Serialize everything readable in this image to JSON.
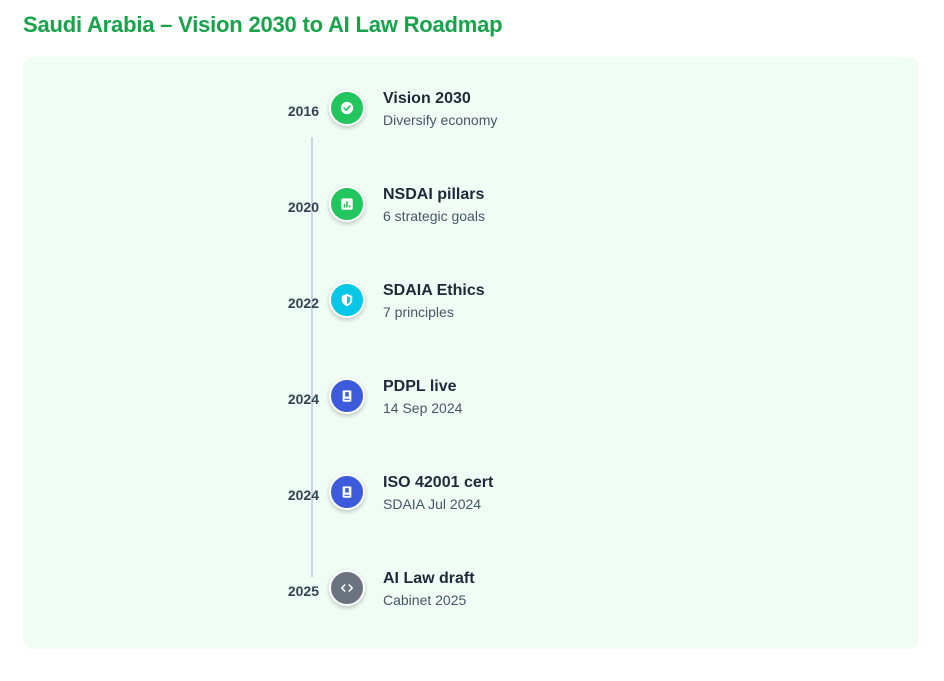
{
  "page": {
    "title": "Saudi Arabia – Vision 2030 to AI Law Roadmap"
  },
  "colors": {
    "title": "#16a34a",
    "panel_bg": "#f0fdf4",
    "line": "#cbd5e1"
  },
  "milestones": [
    {
      "year": "2016",
      "title": "Vision 2030",
      "subtitle": "Diversify economy",
      "icon": "check-circle-icon",
      "color": "#22c55e"
    },
    {
      "year": "2020",
      "title": "NSDAI pillars",
      "subtitle": "6 strategic goals",
      "icon": "bar-chart-icon",
      "color": "#22c55e"
    },
    {
      "year": "2022",
      "title": "SDAIA Ethics",
      "subtitle": "7 principles",
      "icon": "shield-icon",
      "color": "#06c8e6"
    },
    {
      "year": "2024",
      "title": "PDPL live",
      "subtitle": "14 Sep 2024",
      "icon": "book-icon",
      "color": "#3b5bdb"
    },
    {
      "year": "2024",
      "title": "ISO 42001 cert",
      "subtitle": "SDAIA Jul 2024",
      "icon": "book-icon",
      "color": "#3b5bdb"
    },
    {
      "year": "2025",
      "title": "AI Law draft",
      "subtitle": "Cabinet 2025",
      "icon": "code-icon",
      "color": "#6b7280"
    }
  ]
}
